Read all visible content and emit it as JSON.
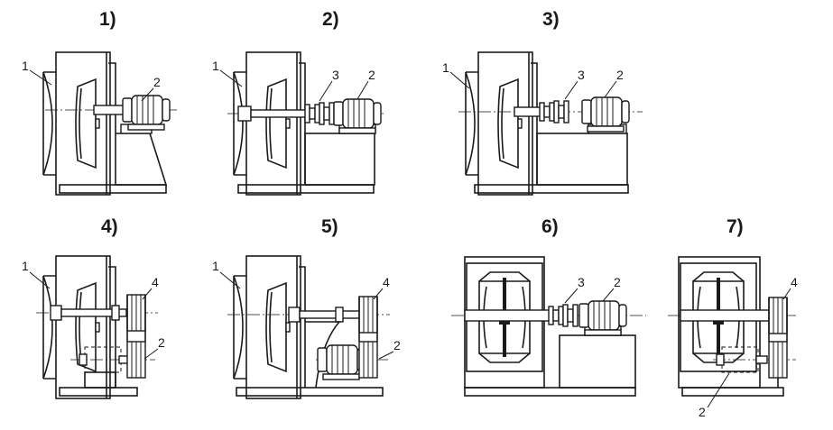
{
  "variants": [
    {
      "title": "1)",
      "labels": [
        "1",
        "2"
      ]
    },
    {
      "title": "2)",
      "labels": [
        "1",
        "3",
        "2"
      ]
    },
    {
      "title": "3)",
      "labels": [
        "1",
        "3",
        "2"
      ]
    },
    {
      "title": "4)",
      "labels": [
        "1",
        "4",
        "2"
      ]
    },
    {
      "title": "5)",
      "labels": [
        "1",
        "4",
        "2"
      ]
    },
    {
      "title": "6)",
      "labels": [
        "3",
        "2"
      ]
    },
    {
      "title": "7)",
      "labels": [
        "4",
        "2"
      ]
    }
  ]
}
